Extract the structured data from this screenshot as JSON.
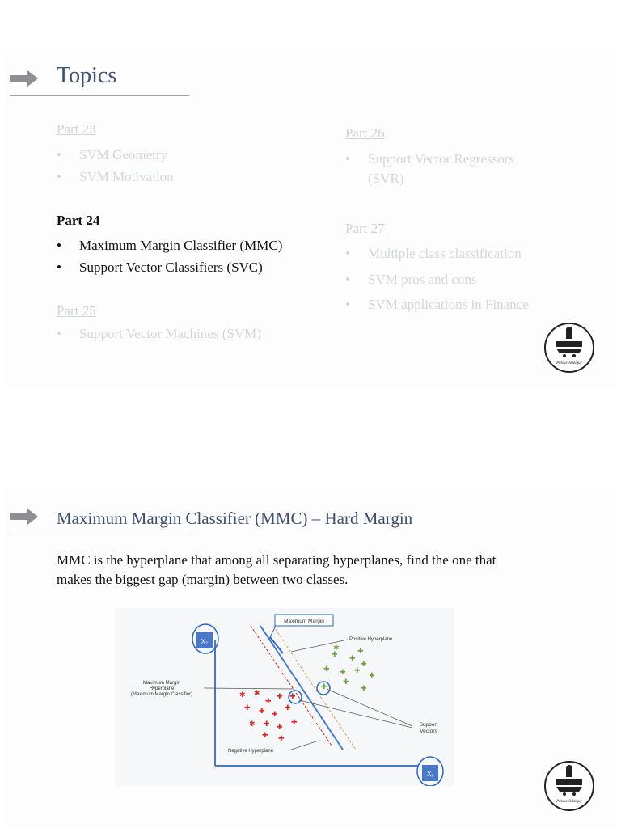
{
  "slide1": {
    "title": "Topics",
    "parts": [
      {
        "label": "Part 23",
        "items": [
          "SVM Geometry",
          "SVM Motivation"
        ]
      },
      {
        "label": "Part 24",
        "items": [
          "Maximum Margin Classifier (MMC)",
          "Support Vector Classifiers (SVC)"
        ]
      },
      {
        "label": "Part 25",
        "items": [
          "Support Vector Machines (SVM)"
        ]
      },
      {
        "label": "Part 26",
        "items": [
          "Support Vector Regressors",
          "(SVR)"
        ]
      },
      {
        "label": "Part 27",
        "items": [
          "Multiple class classification",
          "SVM pros and cons",
          "SVM applications in Finance"
        ]
      }
    ],
    "bullet": "•",
    "logo_text": "Pulsus Jidaiquy"
  },
  "slide2": {
    "title": "Maximum Margin Classifier (MMC) – Hard Margin",
    "paragraph_line1": "MMC is the hyperplane that among all separating hyperplanes, find the one that",
    "paragraph_line2": "makes the biggest gap (margin) between two classes.",
    "diagram": {
      "x2_label": "X₂",
      "x1_label": "X₁",
      "max_margin_label": "Maximum Margin",
      "positive_hyperplane": "Positive Hyperplane",
      "mmh_line1": "Maximum Margin",
      "mmh_line2": "Hyperplane",
      "mmh_line3": "(Maximum Margin Classifier)",
      "support_vectors_line1": "Support",
      "support_vectors_line2": "Vectors",
      "negative_hyperplane": "Negative Hyperplane"
    },
    "logo_text": "Pulsus Jidaiquy"
  }
}
